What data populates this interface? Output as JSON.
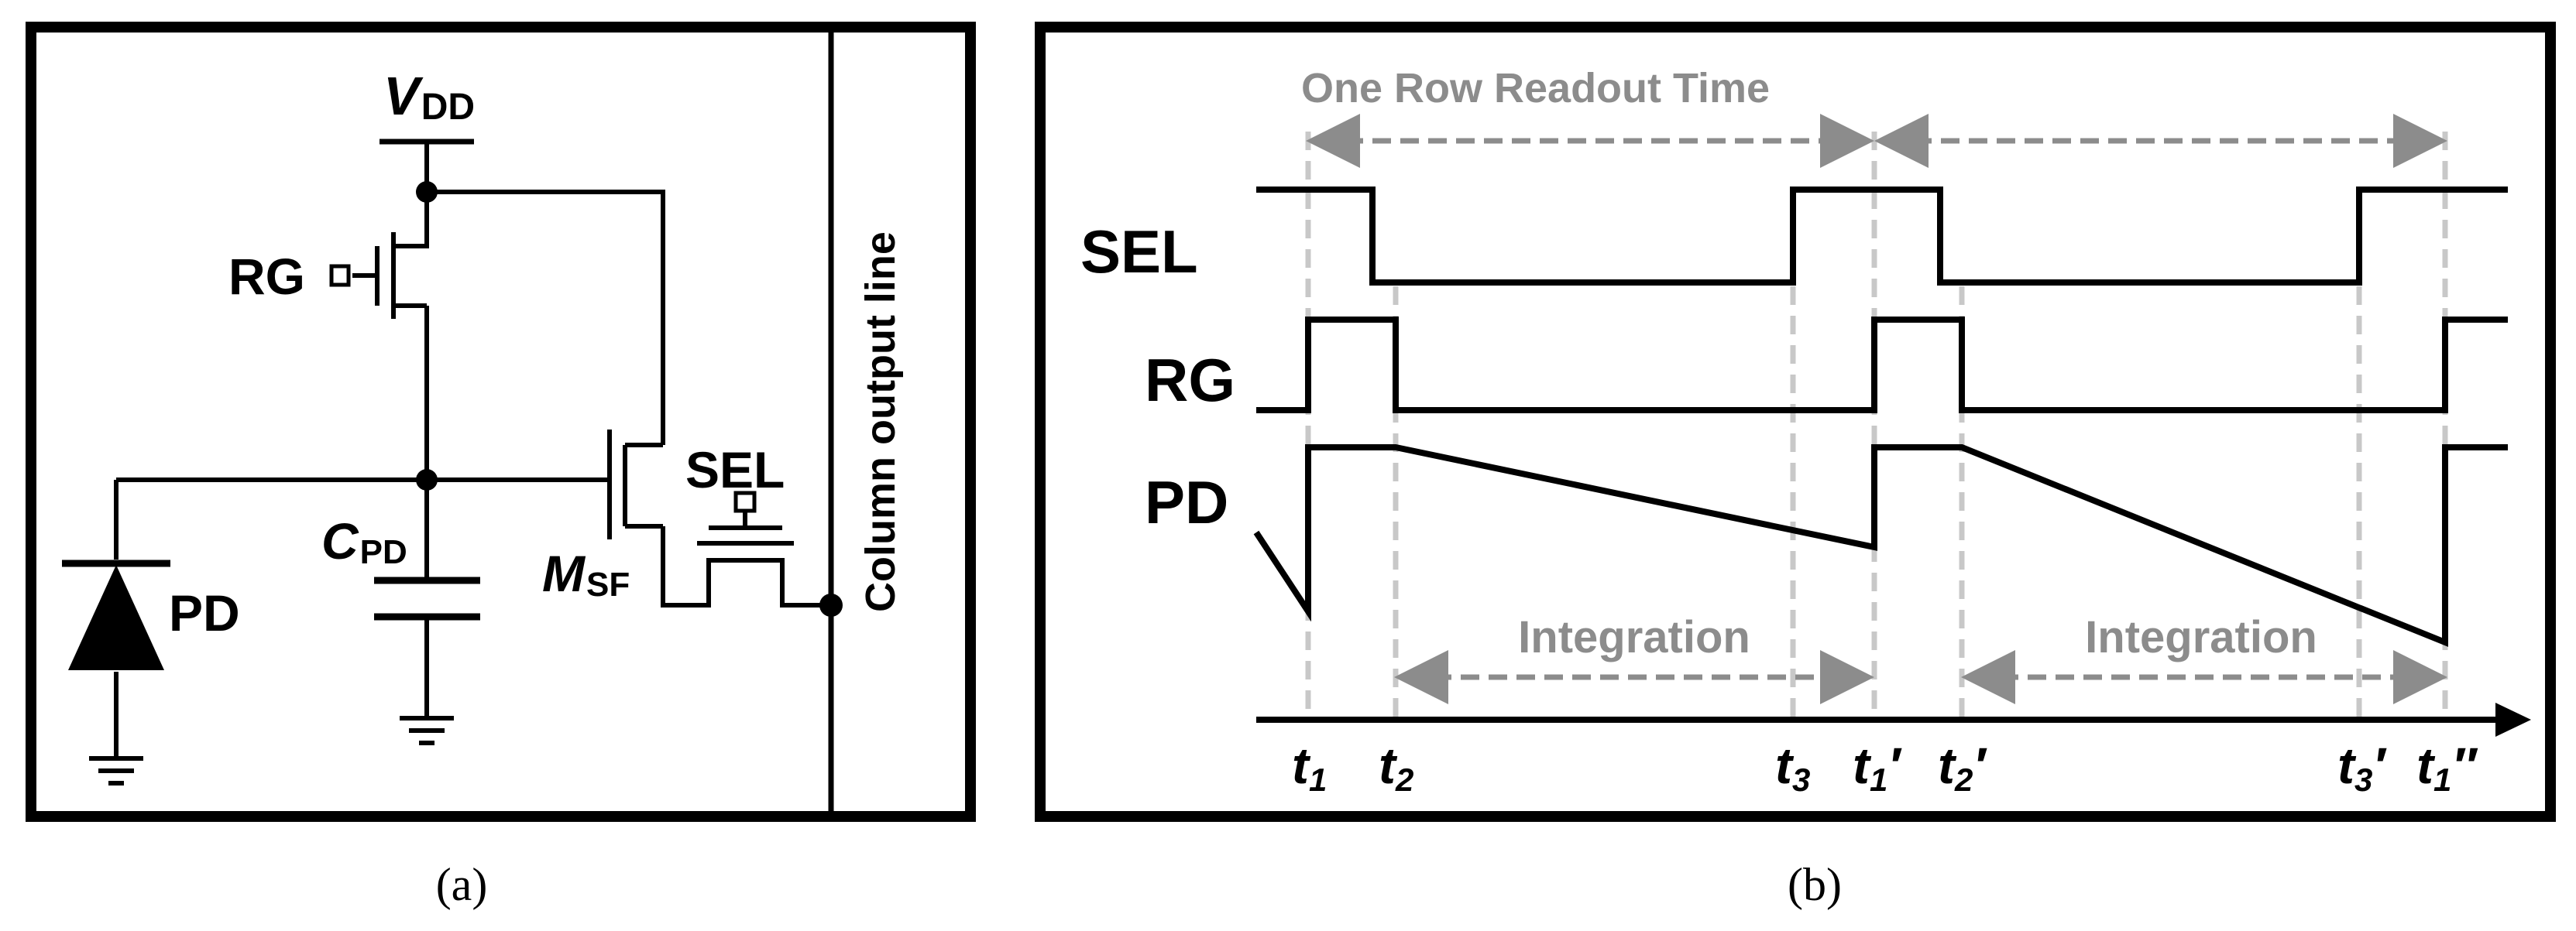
{
  "panel_a": {
    "caption": "(a)",
    "vdd": {
      "main": "V",
      "sub": "DD"
    },
    "rg_label": "RG",
    "cpd": {
      "main": "C",
      "sub": "PD"
    },
    "msf": {
      "main": "M",
      "sub": "SF"
    },
    "sel_label": "SEL",
    "pd_label": "PD",
    "column_label": "Column output line"
  },
  "panel_b": {
    "caption": "(b)",
    "readout_label": "One Row Readout Time",
    "integration_label": "Integration",
    "signals": [
      "SEL",
      "RG",
      "PD"
    ],
    "time_labels": [
      {
        "main": "t",
        "sub": "1",
        "suffix": ""
      },
      {
        "main": "t",
        "sub": "2",
        "suffix": ""
      },
      {
        "main": "t",
        "sub": "3",
        "suffix": ""
      },
      {
        "main": "t",
        "sub": "1",
        "suffix": "′"
      },
      {
        "main": "t",
        "sub": "2",
        "suffix": "′"
      },
      {
        "main": "t",
        "sub": "3",
        "suffix": "′"
      },
      {
        "main": "t",
        "sub": "1",
        "suffix": "″"
      }
    ]
  },
  "colors": {
    "line": "#000000",
    "annotation": "#8c8c8c",
    "dashed": "#c8c8c8"
  }
}
